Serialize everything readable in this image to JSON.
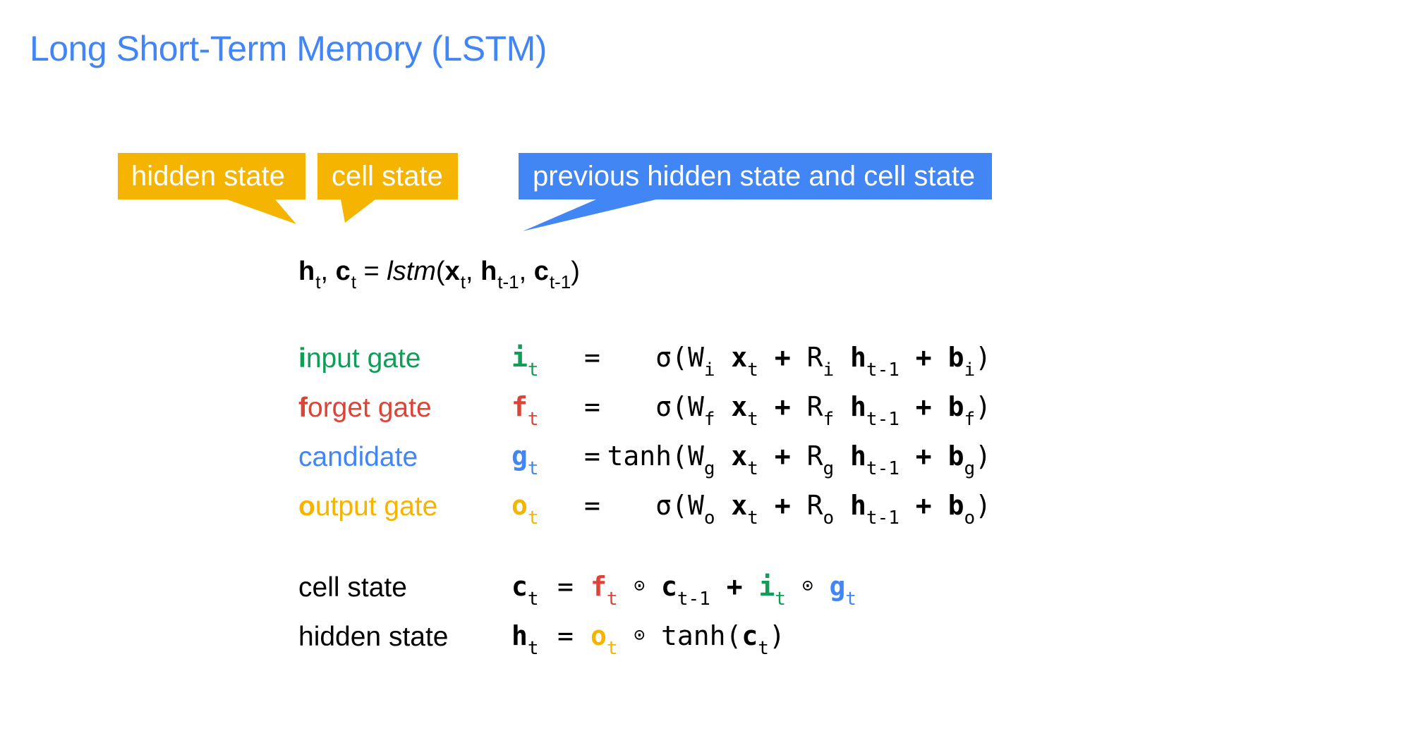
{
  "title": "Long Short-Term Memory (LSTM)",
  "colors": {
    "title": "#4285F4",
    "callout_yellow": "#F4B400",
    "callout_blue": "#4285F4",
    "input_gate": "#0F9D58",
    "forget_gate": "#DB4437",
    "candidate": "#4285F4",
    "output_gate": "#F4B400",
    "text": "#000000"
  },
  "callouts": {
    "hidden_state": "hidden state",
    "cell_state": "cell state",
    "previous": "previous hidden state and cell state"
  },
  "lstm_equation": {
    "h": "h",
    "h_sub": "t",
    "sep1": ", ",
    "c": "c",
    "c_sub": "t",
    "equals": " = ",
    "func": "lstm",
    "open": "(",
    "x": "x",
    "x_sub": "t",
    "sep2": ", ",
    "h_prev": "h",
    "h_prev_sub": "t-1",
    "sep3": ", ",
    "c_prev": "c",
    "c_prev_sub": "t-1",
    "close": ")"
  },
  "gates": [
    {
      "label_initial": "i",
      "label_rest": "nput gate",
      "symbol": "i",
      "sub": "t",
      "func": "σ",
      "gate_sub": "i"
    },
    {
      "label_initial": "f",
      "label_rest": "orget gate",
      "symbol": "f",
      "sub": "t",
      "func": "σ",
      "gate_sub": "f"
    },
    {
      "label_initial": "",
      "label_rest": "candidate",
      "symbol": "g",
      "sub": "t",
      "func": "tanh",
      "gate_sub": "g"
    },
    {
      "label_initial": "o",
      "label_rest": "utput gate",
      "symbol": "o",
      "sub": "t",
      "func": "σ",
      "gate_sub": "o"
    }
  ],
  "gate_equation_parts": {
    "equals": "=",
    "open": "(",
    "W": "W",
    "x": "x",
    "x_sub": "t",
    "plus": "+",
    "R": "R",
    "h": "h",
    "h_sub": "t-1",
    "b": "b",
    "close": ")"
  },
  "cell_state": {
    "label": "cell state",
    "lhs": "c",
    "lhs_sub": "t",
    "equals": "=",
    "f": "f",
    "f_sub": "t",
    "odot": "⊙",
    "c_prev": "c",
    "c_prev_sub": "t-1",
    "plus": "+",
    "i": "i",
    "i_sub": "t",
    "g": "g",
    "g_sub": "t"
  },
  "hidden_state": {
    "label": "hidden state",
    "lhs": "h",
    "lhs_sub": "t",
    "equals": "=",
    "o": "o",
    "o_sub": "t",
    "odot": "⊙",
    "func": "tanh",
    "open": "(",
    "c": "c",
    "c_sub": "t",
    "close": ")"
  }
}
